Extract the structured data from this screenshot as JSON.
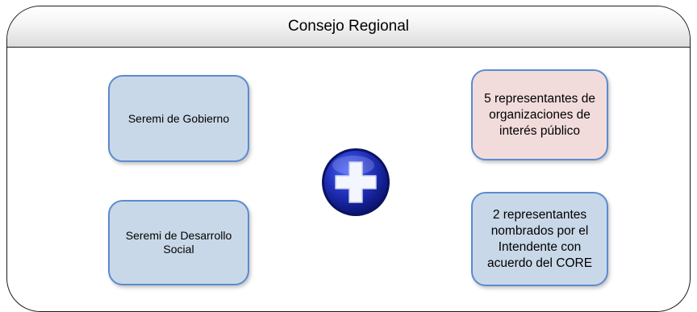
{
  "title": "Consejo Regional",
  "members": {
    "seremi_gobierno": "Seremi de Gobierno",
    "seremi_desarrollo": "Seremi de Desarrollo Social",
    "representantes_interes": "5 representantes de organizaciones de interés público",
    "representantes_intendente": "2 representantes nombrados por el Intendente con acuerdo del CORE"
  },
  "colors": {
    "box_blue": "#c9d8e8",
    "box_pink": "#f2dcdb",
    "box_border": "#5b8bd0",
    "plus_circle": "#1f2fb8"
  },
  "icons": {
    "plus": "plus-icon"
  }
}
